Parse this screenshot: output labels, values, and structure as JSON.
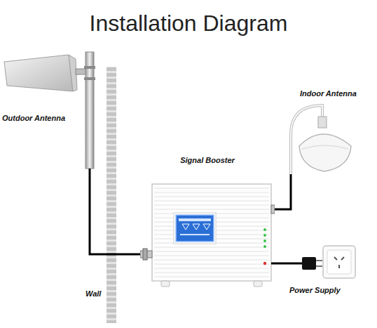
{
  "diagram": {
    "title": "Installation Diagram",
    "nodes": [
      {
        "text": [
          "Outdoor Antenna"
        ]
      },
      {
        "text": [
          "Signal Booster"
        ]
      },
      {
        "text": [
          "Indoor Antenna"
        ]
      },
      {
        "text": [
          "Power Supply"
        ]
      }
    ],
    "edges": [
      {
        "from": 0,
        "to": 1,
        "arrow": "none"
      },
      {
        "from": 1,
        "to": 2,
        "arrow": "none"
      },
      {
        "from": 1,
        "to": 3,
        "arrow": "none"
      }
    ],
    "labels": [
      "Wall"
    ]
  }
}
